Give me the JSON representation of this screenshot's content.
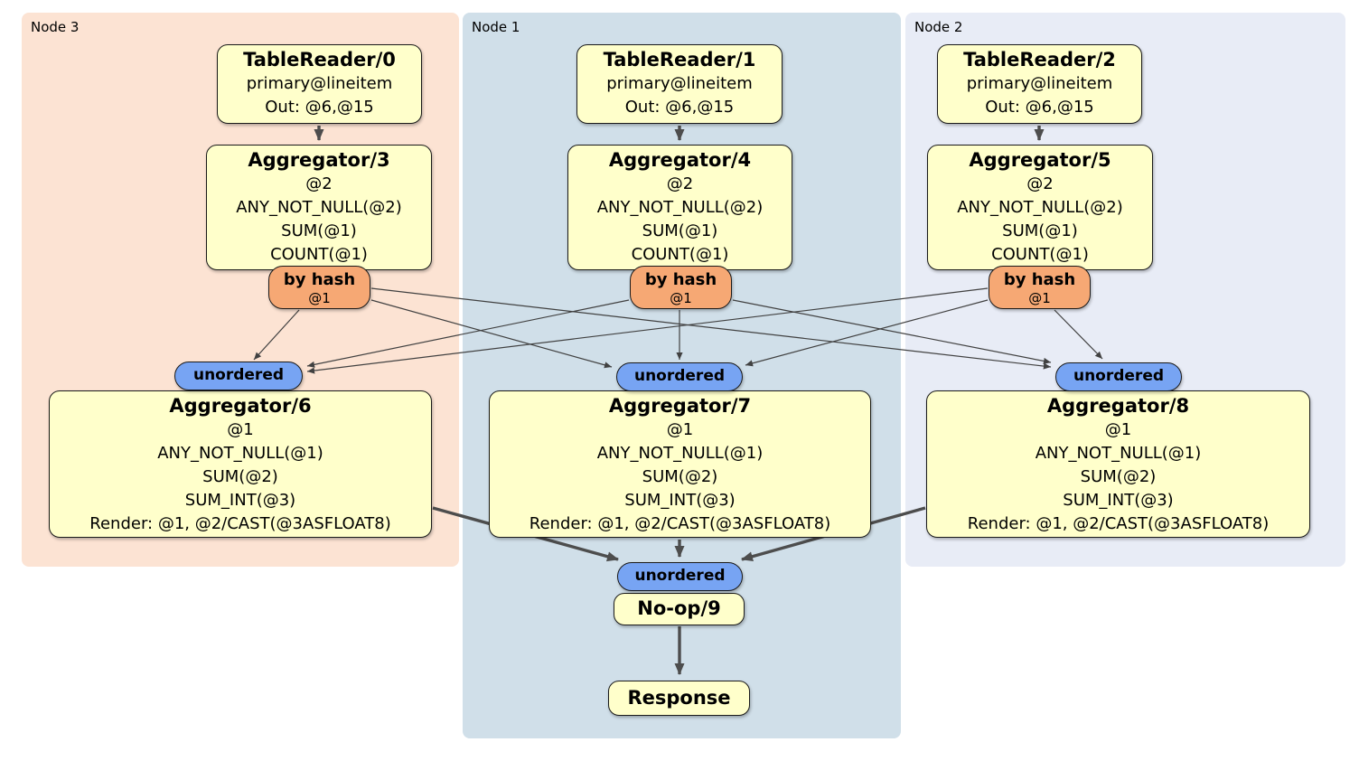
{
  "colors": {
    "page_bg": "#ffffff",
    "region_node3_bg": "#fce3d3",
    "region_node1_bg": "#d0dfe9",
    "region_node2_bg": "#e8ecf6",
    "box_bg": "#ffffcb",
    "box_border": "#1a1a1a",
    "router_bg": "#f6a874",
    "sync_bg": "#77a4f3",
    "edge_thin": "#414141",
    "edge_thick": "#4d4d4d",
    "text": "#000000"
  },
  "regions": {
    "node3": {
      "label": "Node 3"
    },
    "node1": {
      "label": "Node 1"
    },
    "node2": {
      "label": "Node 2"
    }
  },
  "nodes": {
    "tr0": {
      "title": "TableReader/0",
      "lines": [
        "primary@lineitem",
        "Out: @6,@15"
      ]
    },
    "tr1": {
      "title": "TableReader/1",
      "lines": [
        "primary@lineitem",
        "Out: @6,@15"
      ]
    },
    "tr2": {
      "title": "TableReader/2",
      "lines": [
        "primary@lineitem",
        "Out: @6,@15"
      ]
    },
    "agg3": {
      "title": "Aggregator/3",
      "lines": [
        "@2",
        "ANY_NOT_NULL(@2)",
        "SUM(@1)",
        "COUNT(@1)"
      ]
    },
    "agg4": {
      "title": "Aggregator/4",
      "lines": [
        "@2",
        "ANY_NOT_NULL(@2)",
        "SUM(@1)",
        "COUNT(@1)"
      ]
    },
    "agg5": {
      "title": "Aggregator/5",
      "lines": [
        "@2",
        "ANY_NOT_NULL(@2)",
        "SUM(@1)",
        "COUNT(@1)"
      ]
    },
    "byhash3": {
      "label": "by hash",
      "detail": "@1"
    },
    "byhash4": {
      "label": "by hash",
      "detail": "@1"
    },
    "byhash5": {
      "label": "by hash",
      "detail": "@1"
    },
    "un6": {
      "label": "unordered"
    },
    "un7": {
      "label": "unordered"
    },
    "un8": {
      "label": "unordered"
    },
    "agg6": {
      "title": "Aggregator/6",
      "lines": [
        "@1",
        "ANY_NOT_NULL(@1)",
        "SUM(@2)",
        "SUM_INT(@3)",
        "Render: @1, @2/CAST(@3ASFLOAT8)"
      ]
    },
    "agg7": {
      "title": "Aggregator/7",
      "lines": [
        "@1",
        "ANY_NOT_NULL(@1)",
        "SUM(@2)",
        "SUM_INT(@3)",
        "Render: @1, @2/CAST(@3ASFLOAT8)"
      ]
    },
    "agg8": {
      "title": "Aggregator/8",
      "lines": [
        "@1",
        "ANY_NOT_NULL(@1)",
        "SUM(@2)",
        "SUM_INT(@3)",
        "Render: @1, @2/CAST(@3ASFLOAT8)"
      ]
    },
    "un9": {
      "label": "unordered"
    },
    "noop9": {
      "title": "No-op/9"
    },
    "response": {
      "title": "Response"
    }
  },
  "edges": [
    {
      "from": "tr0",
      "to": "agg3",
      "style": "thick"
    },
    {
      "from": "tr1",
      "to": "agg4",
      "style": "thick"
    },
    {
      "from": "tr2",
      "to": "agg5",
      "style": "thick"
    },
    {
      "from": "byhash3",
      "to": "un6",
      "style": "thin"
    },
    {
      "from": "byhash3",
      "to": "un7",
      "style": "thin"
    },
    {
      "from": "byhash3",
      "to": "un8",
      "style": "thin"
    },
    {
      "from": "byhash4",
      "to": "un6",
      "style": "thin"
    },
    {
      "from": "byhash4",
      "to": "un7",
      "style": "thin"
    },
    {
      "from": "byhash4",
      "to": "un8",
      "style": "thin"
    },
    {
      "from": "byhash5",
      "to": "un6",
      "style": "thin"
    },
    {
      "from": "byhash5",
      "to": "un7",
      "style": "thin"
    },
    {
      "from": "byhash5",
      "to": "un8",
      "style": "thin"
    },
    {
      "from": "agg6",
      "to": "un9",
      "style": "thick"
    },
    {
      "from": "agg7",
      "to": "un9",
      "style": "thick"
    },
    {
      "from": "agg8",
      "to": "un9",
      "style": "thick"
    },
    {
      "from": "noop9",
      "to": "response",
      "style": "thick"
    }
  ]
}
